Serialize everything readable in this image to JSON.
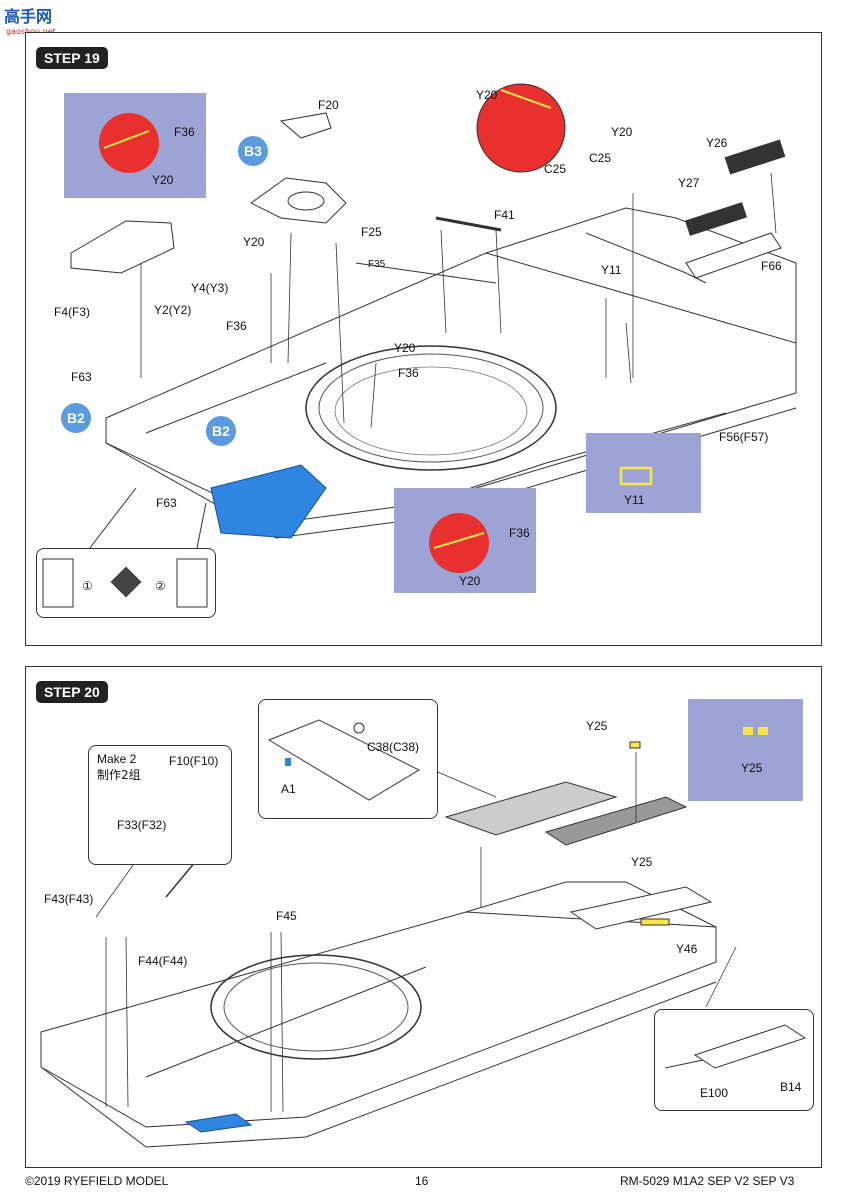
{
  "watermark": {
    "logo_text": "高手网",
    "url": "gaoshou.net"
  },
  "step19": {
    "title": "STEP 19",
    "labels": {
      "f20": "F20",
      "f36_top": "F36",
      "y20_tl": "Y20",
      "b3": "B3",
      "y20_circle": "Y20",
      "c25_circle": "C25",
      "y20_mid": "Y20",
      "c25_mid": "C25",
      "y26": "Y26",
      "y27": "Y27",
      "f41": "F41",
      "f25": "F25",
      "f35": "F35",
      "y20_left": "Y20",
      "f36_left": "F36",
      "y4": "Y4(Y3)",
      "y2": "Y2(Y2)",
      "f4": "F4(F3)",
      "f63_top": "F63",
      "b2_left": "B2",
      "b2_mid": "B2",
      "f63_bottom": "F63",
      "y11_top": "Y11",
      "f66": "F66",
      "y20_center": "Y20",
      "f36_center": "F36",
      "f56": "F56(F57)",
      "y11_inset": "Y11",
      "f36_bottom_inset": "F36",
      "y20_bottom_inset": "Y20",
      "num1": "①",
      "num2": "②"
    }
  },
  "step20": {
    "title": "STEP 20",
    "labels": {
      "c38": "C38(C38)",
      "a1": "A1",
      "y25_top": "Y25",
      "y25_inset": "Y25",
      "make2": "Make 2",
      "make2_cn": "制作2组",
      "f10": "F10(F10)",
      "f33": "F33(F32)",
      "y25_mid": "Y25",
      "y46": "Y46",
      "f43": "F43(F43)",
      "f44": "F44(F44)",
      "f45": "F45",
      "e100": "E100",
      "b14": "B14"
    }
  },
  "footer": {
    "copyright": "©2019 RYEFIELD MODEL",
    "page": "16",
    "product": "RM-5029 M1A2 SEP V2 SEP V3"
  },
  "colors": {
    "inset_bg": "#9ea3d6",
    "red_part": "#e8302f",
    "blue_part": "#2e86e0",
    "badge": "#222222",
    "yellow": "#f5e64a"
  }
}
